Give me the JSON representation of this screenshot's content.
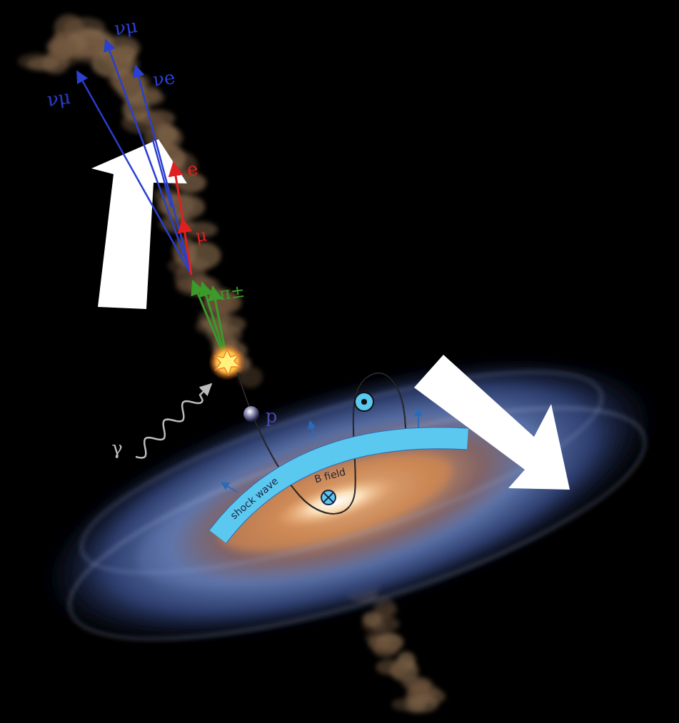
{
  "diagram": {
    "nodes": [
      {
        "text": [
          "shock wave"
        ]
      }
    ],
    "labels": [
      "νμ",
      "νμ",
      "νe",
      "e",
      "μ",
      "π±",
      "γ",
      "p",
      "B field"
    ]
  }
}
